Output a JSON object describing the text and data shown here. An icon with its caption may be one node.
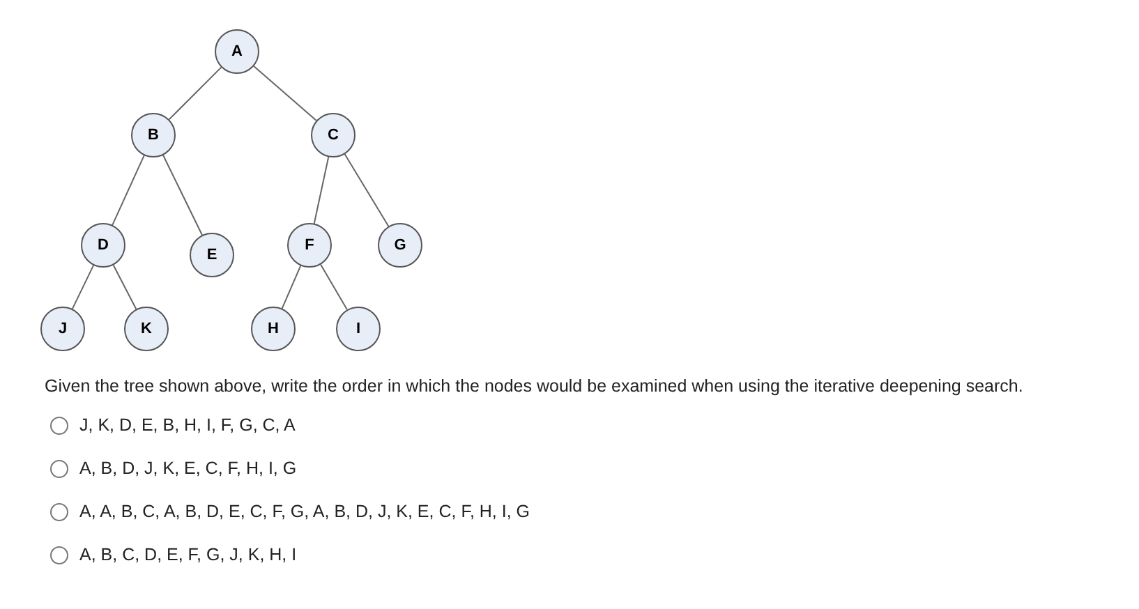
{
  "diagram": {
    "nodes": [
      {
        "text": [
          "A"
        ]
      },
      {
        "text": [
          "B"
        ]
      },
      {
        "text": [
          "C"
        ]
      },
      {
        "text": [
          "D"
        ]
      },
      {
        "text": [
          "E"
        ]
      },
      {
        "text": [
          "F"
        ]
      },
      {
        "text": [
          "G"
        ]
      },
      {
        "text": [
          "J"
        ]
      },
      {
        "text": [
          "K"
        ]
      },
      {
        "text": [
          "H"
        ]
      },
      {
        "text": [
          "I"
        ]
      }
    ],
    "edges": [
      {
        "from": 0,
        "to": 1,
        "arrow": "none"
      },
      {
        "from": 0,
        "to": 2,
        "arrow": "none"
      },
      {
        "from": 1,
        "to": 3,
        "arrow": "none"
      },
      {
        "from": 1,
        "to": 4,
        "arrow": "none"
      },
      {
        "from": 2,
        "to": 5,
        "arrow": "none"
      },
      {
        "from": 2,
        "to": 6,
        "arrow": "none"
      },
      {
        "from": 3,
        "to": 7,
        "arrow": "none"
      },
      {
        "from": 3,
        "to": 8,
        "arrow": "none"
      },
      {
        "from": 5,
        "to": 9,
        "arrow": "none"
      },
      {
        "from": 5,
        "to": 10,
        "arrow": "none"
      }
    ],
    "labels": [
      "Given the tree shown above, write the order in which the nodes would be examined when using the iterative deepening search.",
      "J, K, D, E, B, H, I, F, G, C, A",
      "A, B, D, J, K, E, C, F, H, I, G",
      "A, A, B, C, A, B, D, E, C, F, G, A, B, D, J, K, E, C, F, H, I, G",
      "A, B, C, D, E, F, G, J, K, H, I"
    ]
  }
}
